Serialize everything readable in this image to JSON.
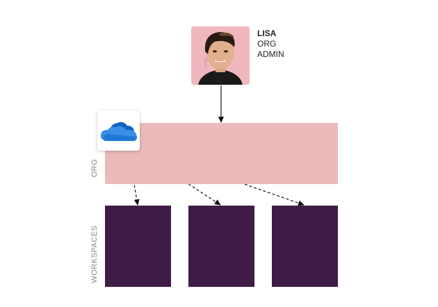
{
  "person": {
    "name": "LISA",
    "role_line1": "ORG",
    "role_line2": "ADMIN"
  },
  "labels": {
    "org": "ORG",
    "workspaces": "WORKSPACES"
  },
  "icons": {
    "org_icon": "onedrive-cloud-icon"
  },
  "colors": {
    "org_fill": "#ebbbbb",
    "workspace_fill": "#3f1c45",
    "photo_bg": "#f0b7bf",
    "cloud_dark": "#0f63c6",
    "cloud_light": "#3a8ee6",
    "arrow": "#111111"
  },
  "workspaces": [
    {
      "id": "workspace-1"
    },
    {
      "id": "workspace-2"
    },
    {
      "id": "workspace-3"
    }
  ]
}
